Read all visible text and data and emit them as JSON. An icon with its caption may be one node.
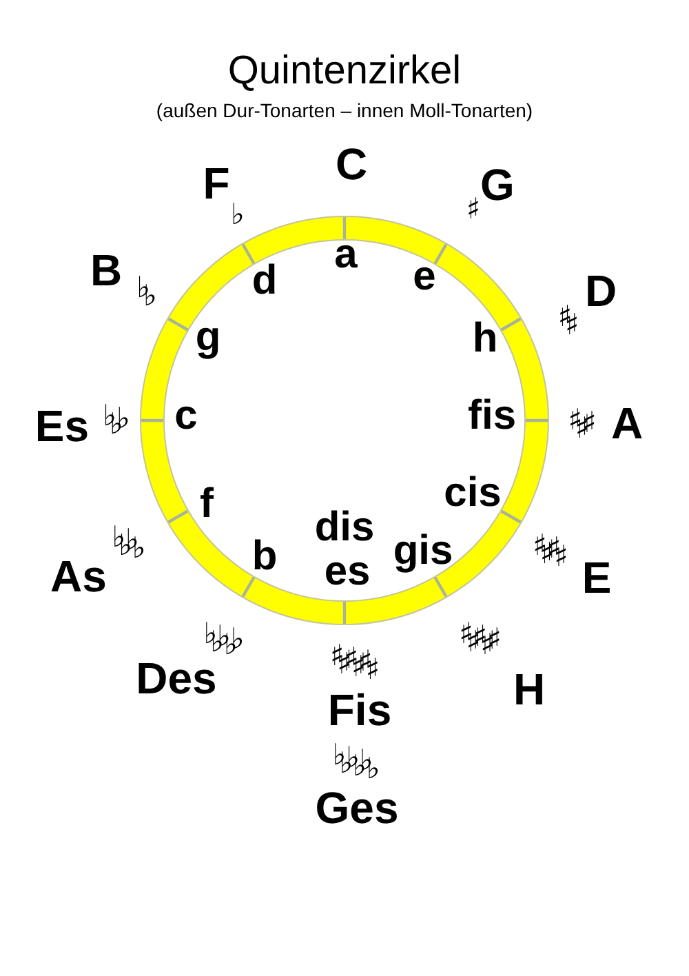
{
  "diagram": {
    "title": "Quintenzirkel",
    "labels": [
      "(außen Dur-Tonarten – innen Moll-Tonarten)",
      "C",
      "a",
      "G",
      "♯",
      "e",
      "D",
      "♯♯",
      "h",
      "A",
      "♯♯♯",
      "fis",
      "E",
      "♯♯♯♯",
      "cis",
      "H",
      "♯♯♯♯♯",
      "gis",
      "dis",
      "es",
      "♯♯♯♯♯♯",
      "Fis",
      "♭♭♭♭♭♭",
      "Ges",
      "Des",
      "♭♭♭♭♭",
      "b",
      "As",
      "♭♭♭♭",
      "f",
      "Es",
      "♭♭♭",
      "c",
      "B",
      "♭♭",
      "g",
      "F",
      "♭",
      "d"
    ]
  }
}
